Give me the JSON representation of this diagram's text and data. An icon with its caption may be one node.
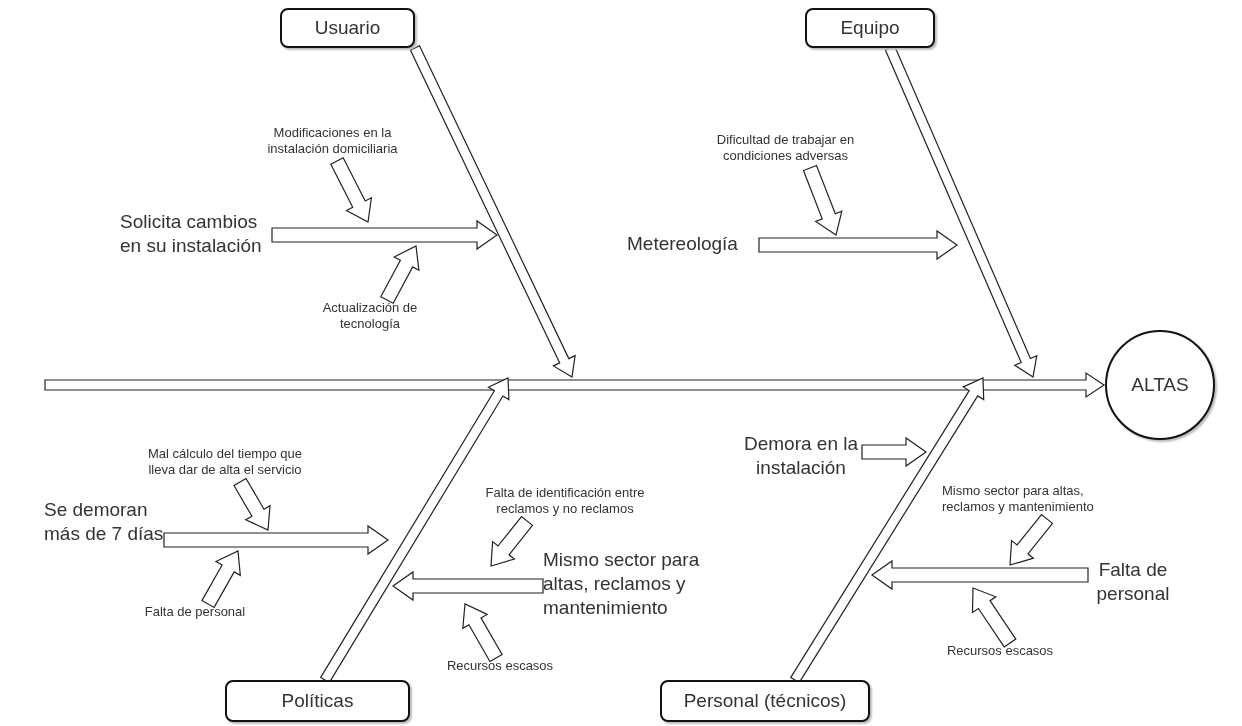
{
  "diagram": {
    "nodes": [
      {
        "text": [
          "Usuario"
        ]
      },
      {
        "text": [
          "Equipo"
        ]
      },
      {
        "text": [
          "Políticas"
        ]
      },
      {
        "text": [
          "Personal (técnicos)"
        ]
      },
      {
        "text": [
          "ALTAS"
        ]
      },
      {
        "text": [
          "Solicita cambios en su instalación"
        ]
      },
      {
        "text": [
          "Modificaciones en la instalación domiciliaria"
        ]
      },
      {
        "text": [
          "Actualización de tecnología"
        ]
      },
      {
        "text": [
          "Metereología"
        ]
      },
      {
        "text": [
          "Dificultad de trabajar en condiciones adversas"
        ]
      },
      {
        "text": [
          "Mal cálculo del tiempo que lleva dar de alta el servicio"
        ]
      },
      {
        "text": [
          "Se demoran más de 7 días"
        ]
      },
      {
        "text": [
          "Falta de personal"
        ]
      },
      {
        "text": [
          "Falta de identificación entre reclamos y no reclamos"
        ]
      },
      {
        "text": [
          "Mismo sector para altas, reclamos y mantenimiento"
        ]
      },
      {
        "text": [
          "Recursos escasos"
        ]
      },
      {
        "text": [
          "Demora en la instalación"
        ]
      },
      {
        "text": [
          "Mismo sector para altas, reclamos y mantenimiento"
        ]
      },
      {
        "text": [
          "Falta de personal"
        ]
      },
      {
        "text": [
          "Recursos escasos"
        ]
      }
    ],
    "edges": [
      {
        "from": null,
        "to": 4,
        "arrow": "to"
      },
      {
        "from": 0,
        "to": null,
        "arrow": "to"
      },
      {
        "from": 1,
        "to": null,
        "arrow": "to"
      },
      {
        "from": 2,
        "to": null,
        "arrow": "to"
      },
      {
        "from": 3,
        "to": null,
        "arrow": "to"
      },
      {
        "from": 5,
        "to": null,
        "arrow": "to"
      },
      {
        "from": 6,
        "to": null,
        "arrow": "to"
      },
      {
        "from": 7,
        "to": null,
        "arrow": "to"
      },
      {
        "from": 8,
        "to": null,
        "arrow": "to"
      },
      {
        "from": 9,
        "to": null,
        "arrow": "to"
      },
      {
        "from": 10,
        "to": null,
        "arrow": "to"
      },
      {
        "from": 11,
        "to": null,
        "arrow": "to"
      },
      {
        "from": 12,
        "to": null,
        "arrow": "to"
      },
      {
        "from": 13,
        "to": null,
        "arrow": "to"
      },
      {
        "from": 14,
        "to": null,
        "arrow": "to"
      },
      {
        "from": 15,
        "to": null,
        "arrow": "to"
      },
      {
        "from": 16,
        "to": null,
        "arrow": "to"
      },
      {
        "from": 17,
        "to": null,
        "arrow": "to"
      },
      {
        "from": 18,
        "to": null,
        "arrow": "to"
      },
      {
        "from": 19,
        "to": null,
        "arrow": "to"
      }
    ]
  }
}
